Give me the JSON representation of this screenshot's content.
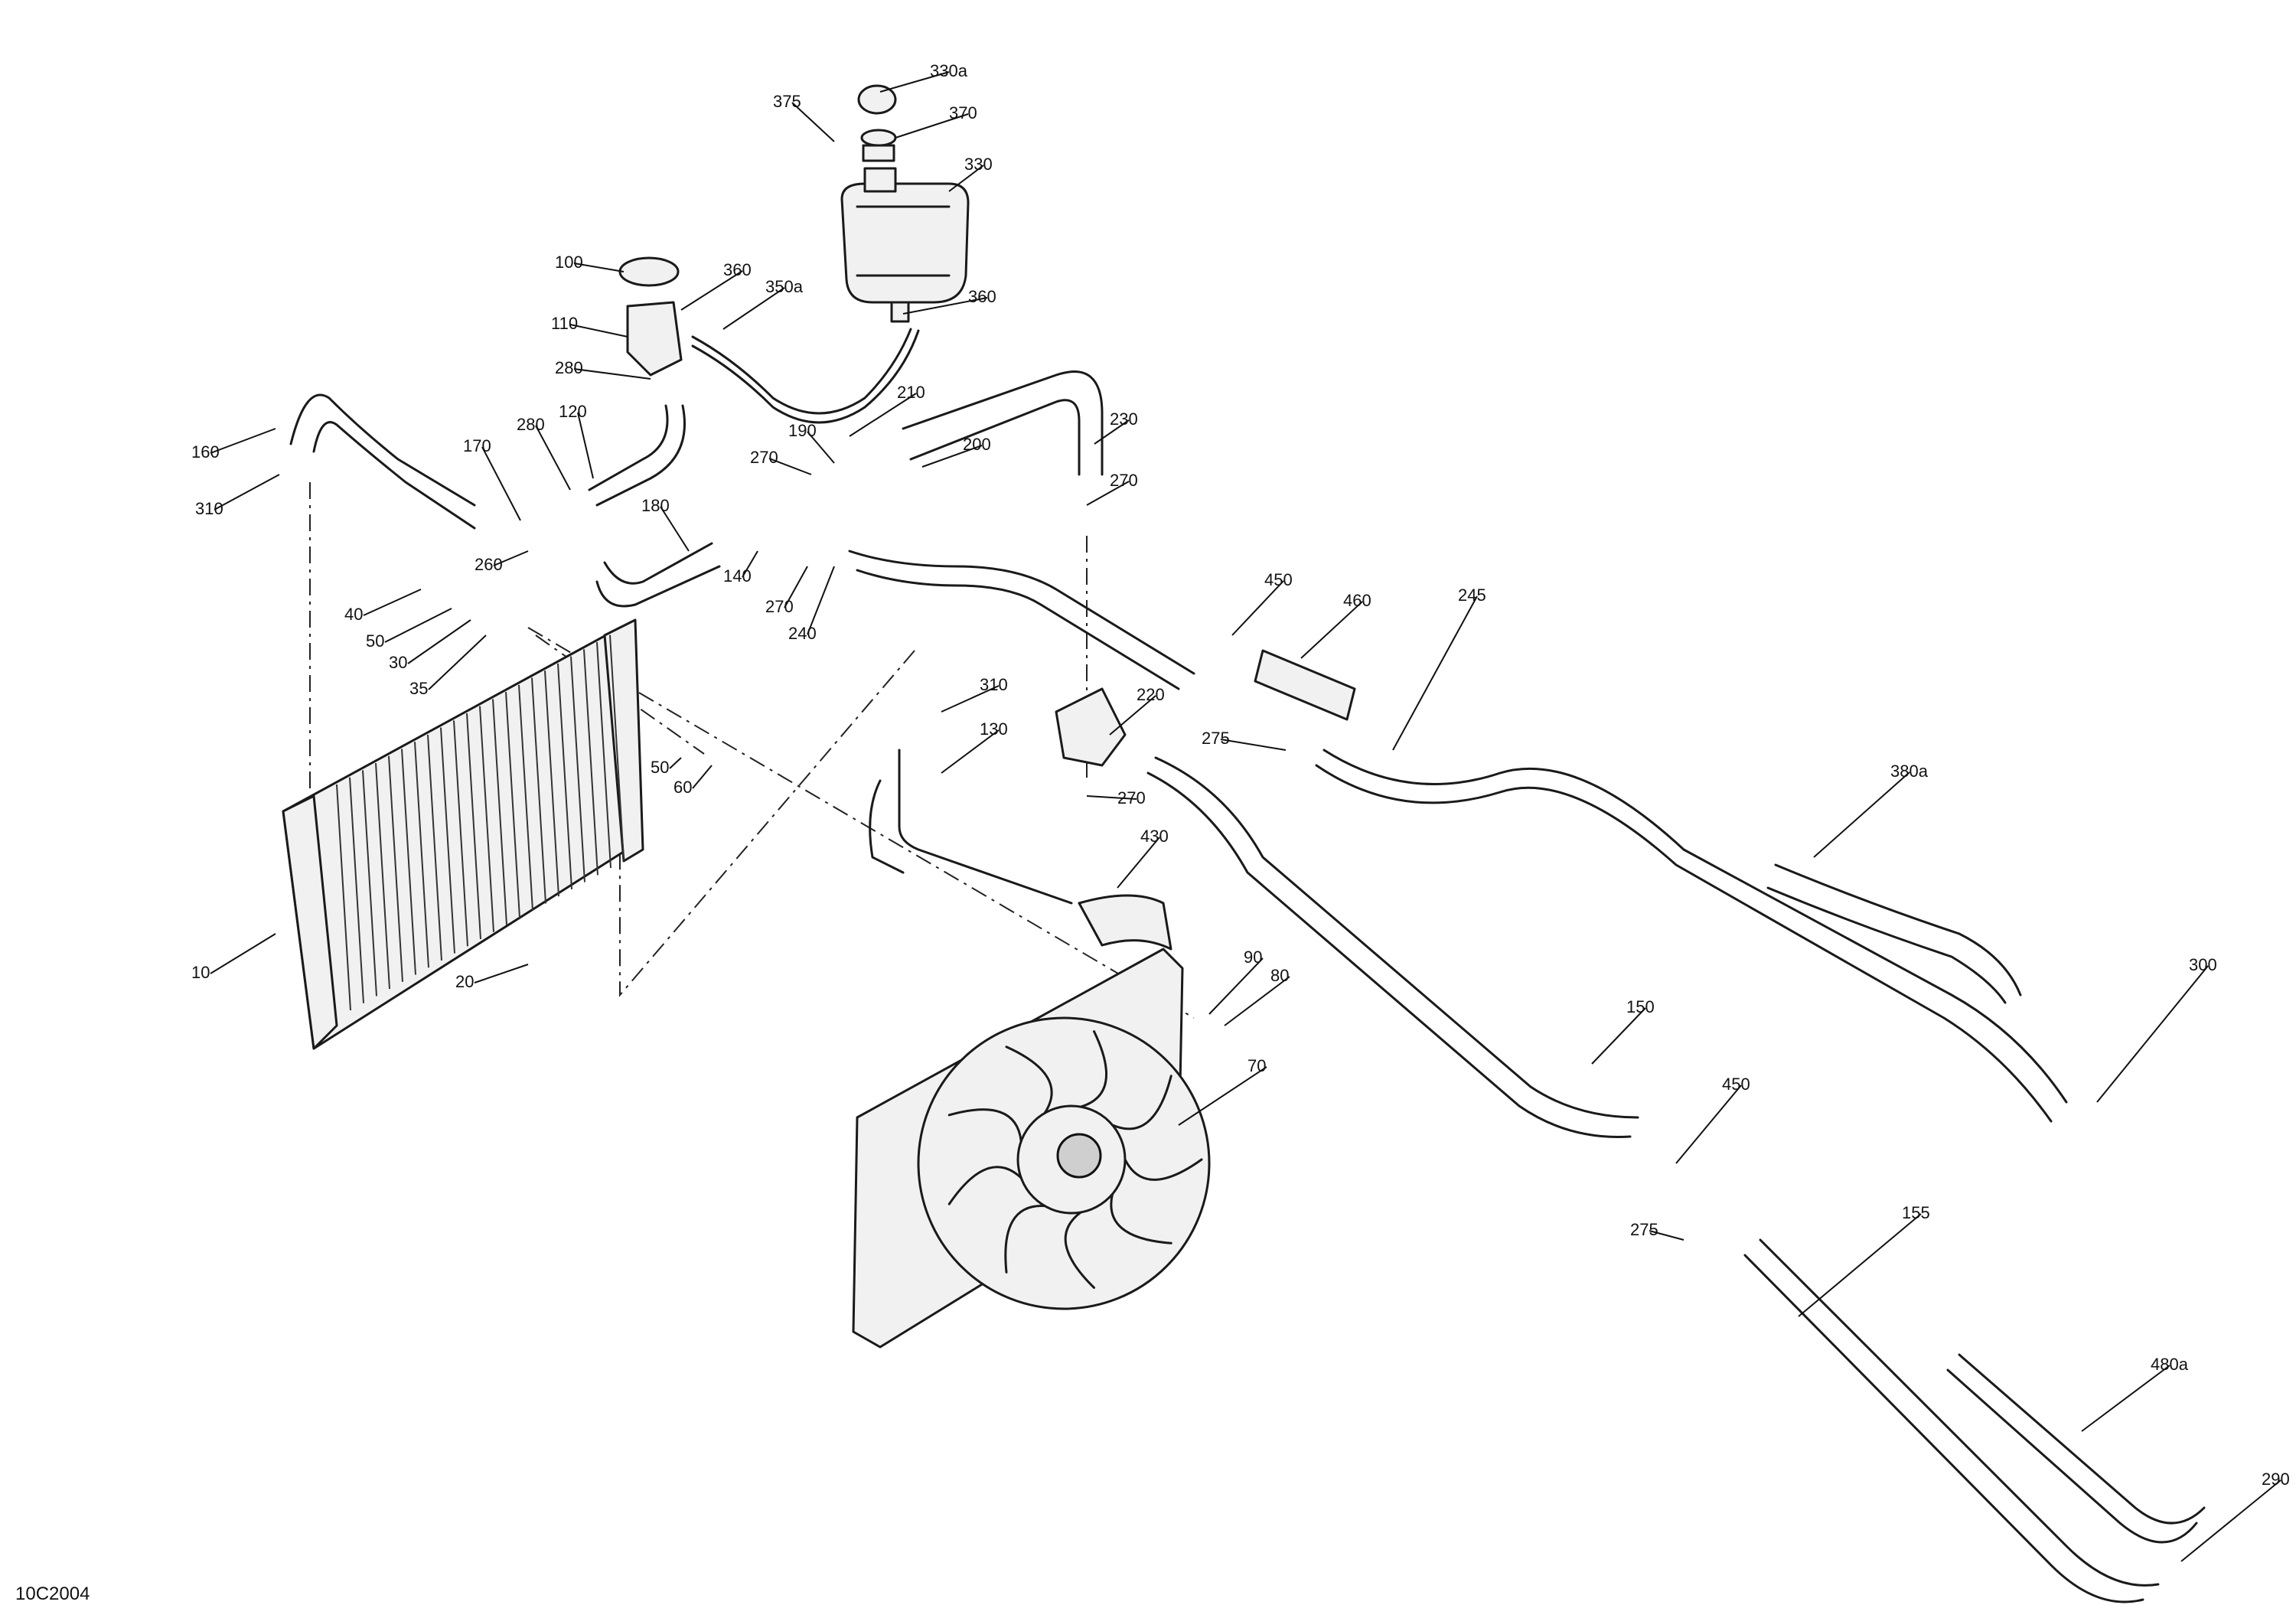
{
  "diagram_code": "10C2004",
  "callouts": [
    "330a",
    "375",
    "370",
    "330",
    "100",
    "360",
    "350a",
    "110",
    "360",
    "280",
    "210",
    "160",
    "280",
    "120",
    "190",
    "230",
    "170",
    "270",
    "200",
    "310",
    "270",
    "180",
    "260",
    "140",
    "450",
    "460",
    "245",
    "40",
    "270",
    "50",
    "240",
    "30",
    "35",
    "310",
    "220",
    "130",
    "275",
    "50",
    "60",
    "270",
    "380a",
    "430",
    "10",
    "20",
    "90",
    "80",
    "300",
    "150",
    "70",
    "450",
    "275",
    "155",
    "480a",
    "290"
  ]
}
